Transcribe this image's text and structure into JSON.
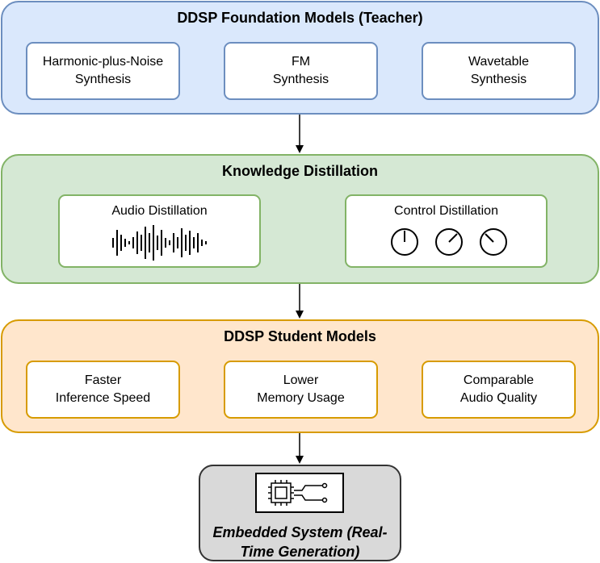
{
  "teacher": {
    "title": "DDSP Foundation Models (Teacher)",
    "cards": [
      {
        "line1": "Harmonic-plus-Noise",
        "line2": "Synthesis"
      },
      {
        "line1": "FM",
        "line2": "Synthesis"
      },
      {
        "line1": "Wavetable",
        "line2": "Synthesis"
      }
    ]
  },
  "distillation": {
    "title": "Knowledge Distillation",
    "audio_label": "Audio Distillation",
    "control_label": "Control Distillation",
    "audio_icon": "waveform-icon",
    "control_icon": "knob-icon"
  },
  "student": {
    "title": "DDSP Student Models",
    "cards": [
      {
        "line1": "Faster",
        "line2": "Inference Speed"
      },
      {
        "line1": "Lower",
        "line2": "Memory Usage"
      },
      {
        "line1": "Comparable",
        "line2": "Audio Quality"
      }
    ]
  },
  "embedded": {
    "line1": "Embedded System",
    "line2": "(Real-Time Generation)",
    "icon": "circuit-chip-icon"
  },
  "colors": {
    "teacher_fill": "#dae8fc",
    "teacher_stroke": "#6c8ebf",
    "kd_fill": "#d5e8d4",
    "kd_stroke": "#82b366",
    "student_fill": "#ffe6cc",
    "student_stroke": "#d79b00",
    "embedded_fill": "#d9d9d9",
    "embedded_stroke": "#333333"
  }
}
